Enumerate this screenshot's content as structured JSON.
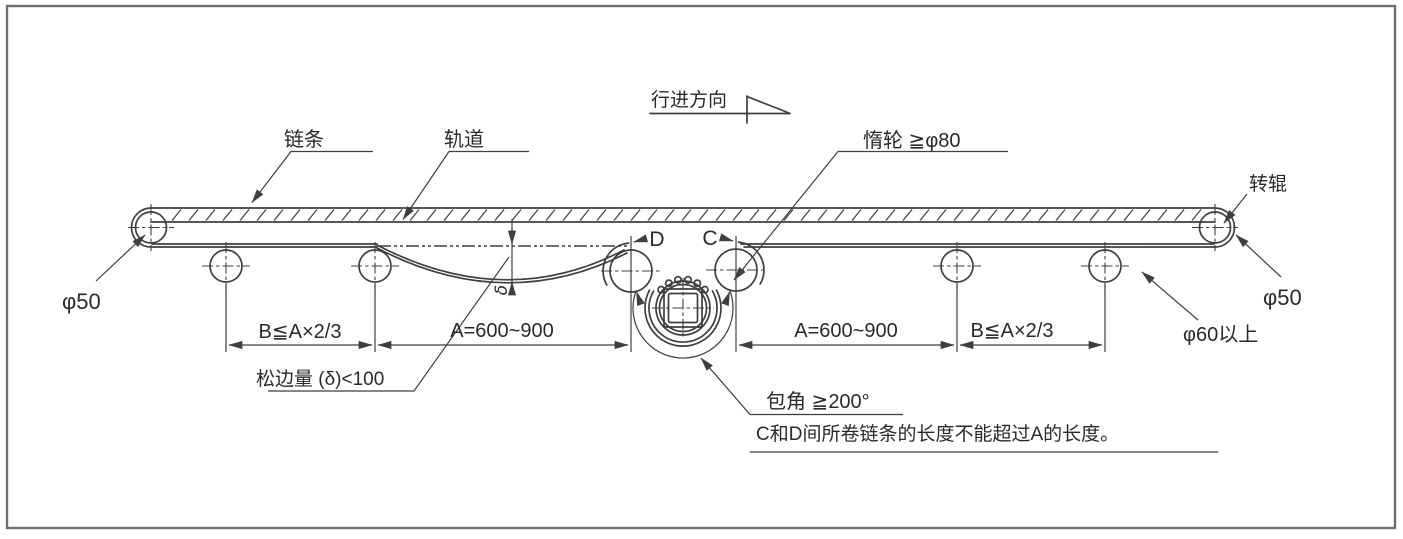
{
  "theme": {
    "ink": "#3f3f3f",
    "text": "#2a2a2a",
    "border": "#707070",
    "background": "#ffffff"
  },
  "drawing": {
    "direction": {
      "label": "行进方向"
    },
    "callouts": {
      "chain": "链条",
      "rail": "轨道",
      "idler": "惰轮 ≧φ80",
      "turn_roller": "转辊",
      "left_end_dia": "φ50",
      "right_end_dia": "φ50",
      "support_roller_dia": "φ60以上",
      "slack": "松边量 (δ)<100",
      "slack_symbol": "δ",
      "wrap_angle": "包角 ≧200°",
      "point_d": "D",
      "point_c": "C"
    },
    "dimensions": {
      "b_left": "B≦A×2/3",
      "a_left": "A=600~900",
      "a_right": "A=600~900",
      "b_right": "B≦A×2/3"
    },
    "note": "C和D间所卷链条的长度不能超过A的长度。"
  }
}
